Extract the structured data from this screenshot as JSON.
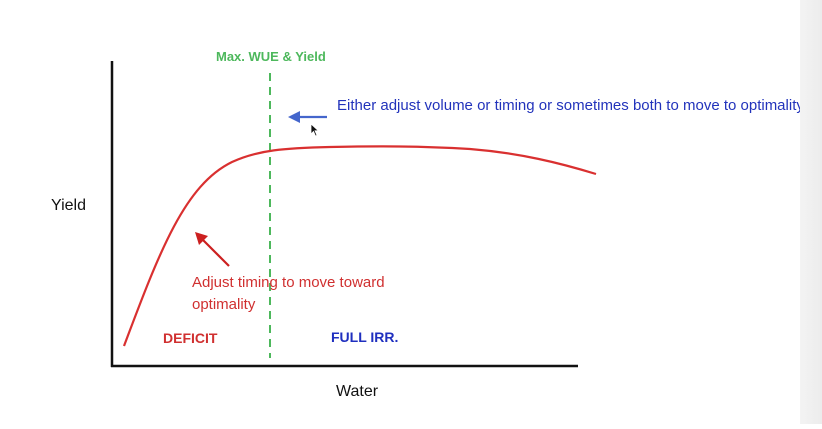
{
  "optimum_label": "Max. WUE & Yield",
  "axes": {
    "y_label": "Yield",
    "x_label": "Water"
  },
  "annotations": {
    "full_irrigation_note": "Either adjust volume or timing or sometimes both to move to optimality",
    "deficit_note": "Adjust timing to move toward optimality"
  },
  "regions": {
    "deficit": "DEFICIT",
    "full_irrigation": "FULL IRR."
  },
  "colors": {
    "curve": "#d93030",
    "optimum_line": "#4db85c",
    "blue_arrow": "#4466cc",
    "red_arrow": "#cc2020",
    "axis": "#111111"
  }
}
